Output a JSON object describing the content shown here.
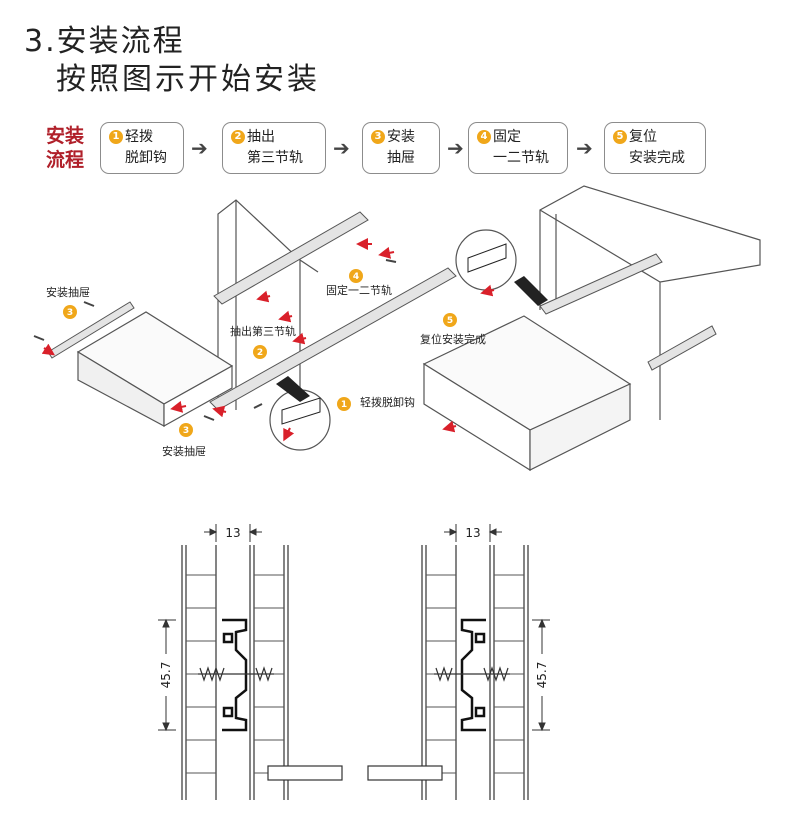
{
  "header": {
    "title_line1": "3.安装流程",
    "title_line2": "按照图示开始安装"
  },
  "flow": {
    "label_line1": "安装",
    "label_line2": "流程",
    "steps": [
      {
        "num": "1",
        "line1": "轻拨",
        "line2": "脱卸钩"
      },
      {
        "num": "2",
        "line1": "抽出",
        "line2": "第三节轨"
      },
      {
        "num": "3",
        "line1": "安装",
        "line2": "抽屉"
      },
      {
        "num": "4",
        "line1": "固定",
        "line2": "一二节轨"
      },
      {
        "num": "5",
        "line1": "复位",
        "line2": "安装完成"
      }
    ],
    "arrow": "➔"
  },
  "illustration": {
    "labels": {
      "install_drawer_top": "安装抽屉",
      "install_drawer_bottom": "安装抽屉",
      "pull_third_rail": "抽出第三节轨",
      "fix_rails": "固定一二节轨",
      "reset_done": "复位安装完成",
      "release_hook": "轻拨脱卸钩"
    },
    "badges": {
      "b1": "1",
      "b2": "2",
      "b3a": "3",
      "b3b": "3",
      "b4": "4",
      "b5": "5"
    }
  },
  "dimensions": {
    "left_width": "13",
    "right_width": "13",
    "left_height": "45.7",
    "right_height": "45.7"
  },
  "colors": {
    "accent_red": "#b0202a",
    "badge_orange": "#f0a71a",
    "arrow_red": "#d9202a"
  }
}
